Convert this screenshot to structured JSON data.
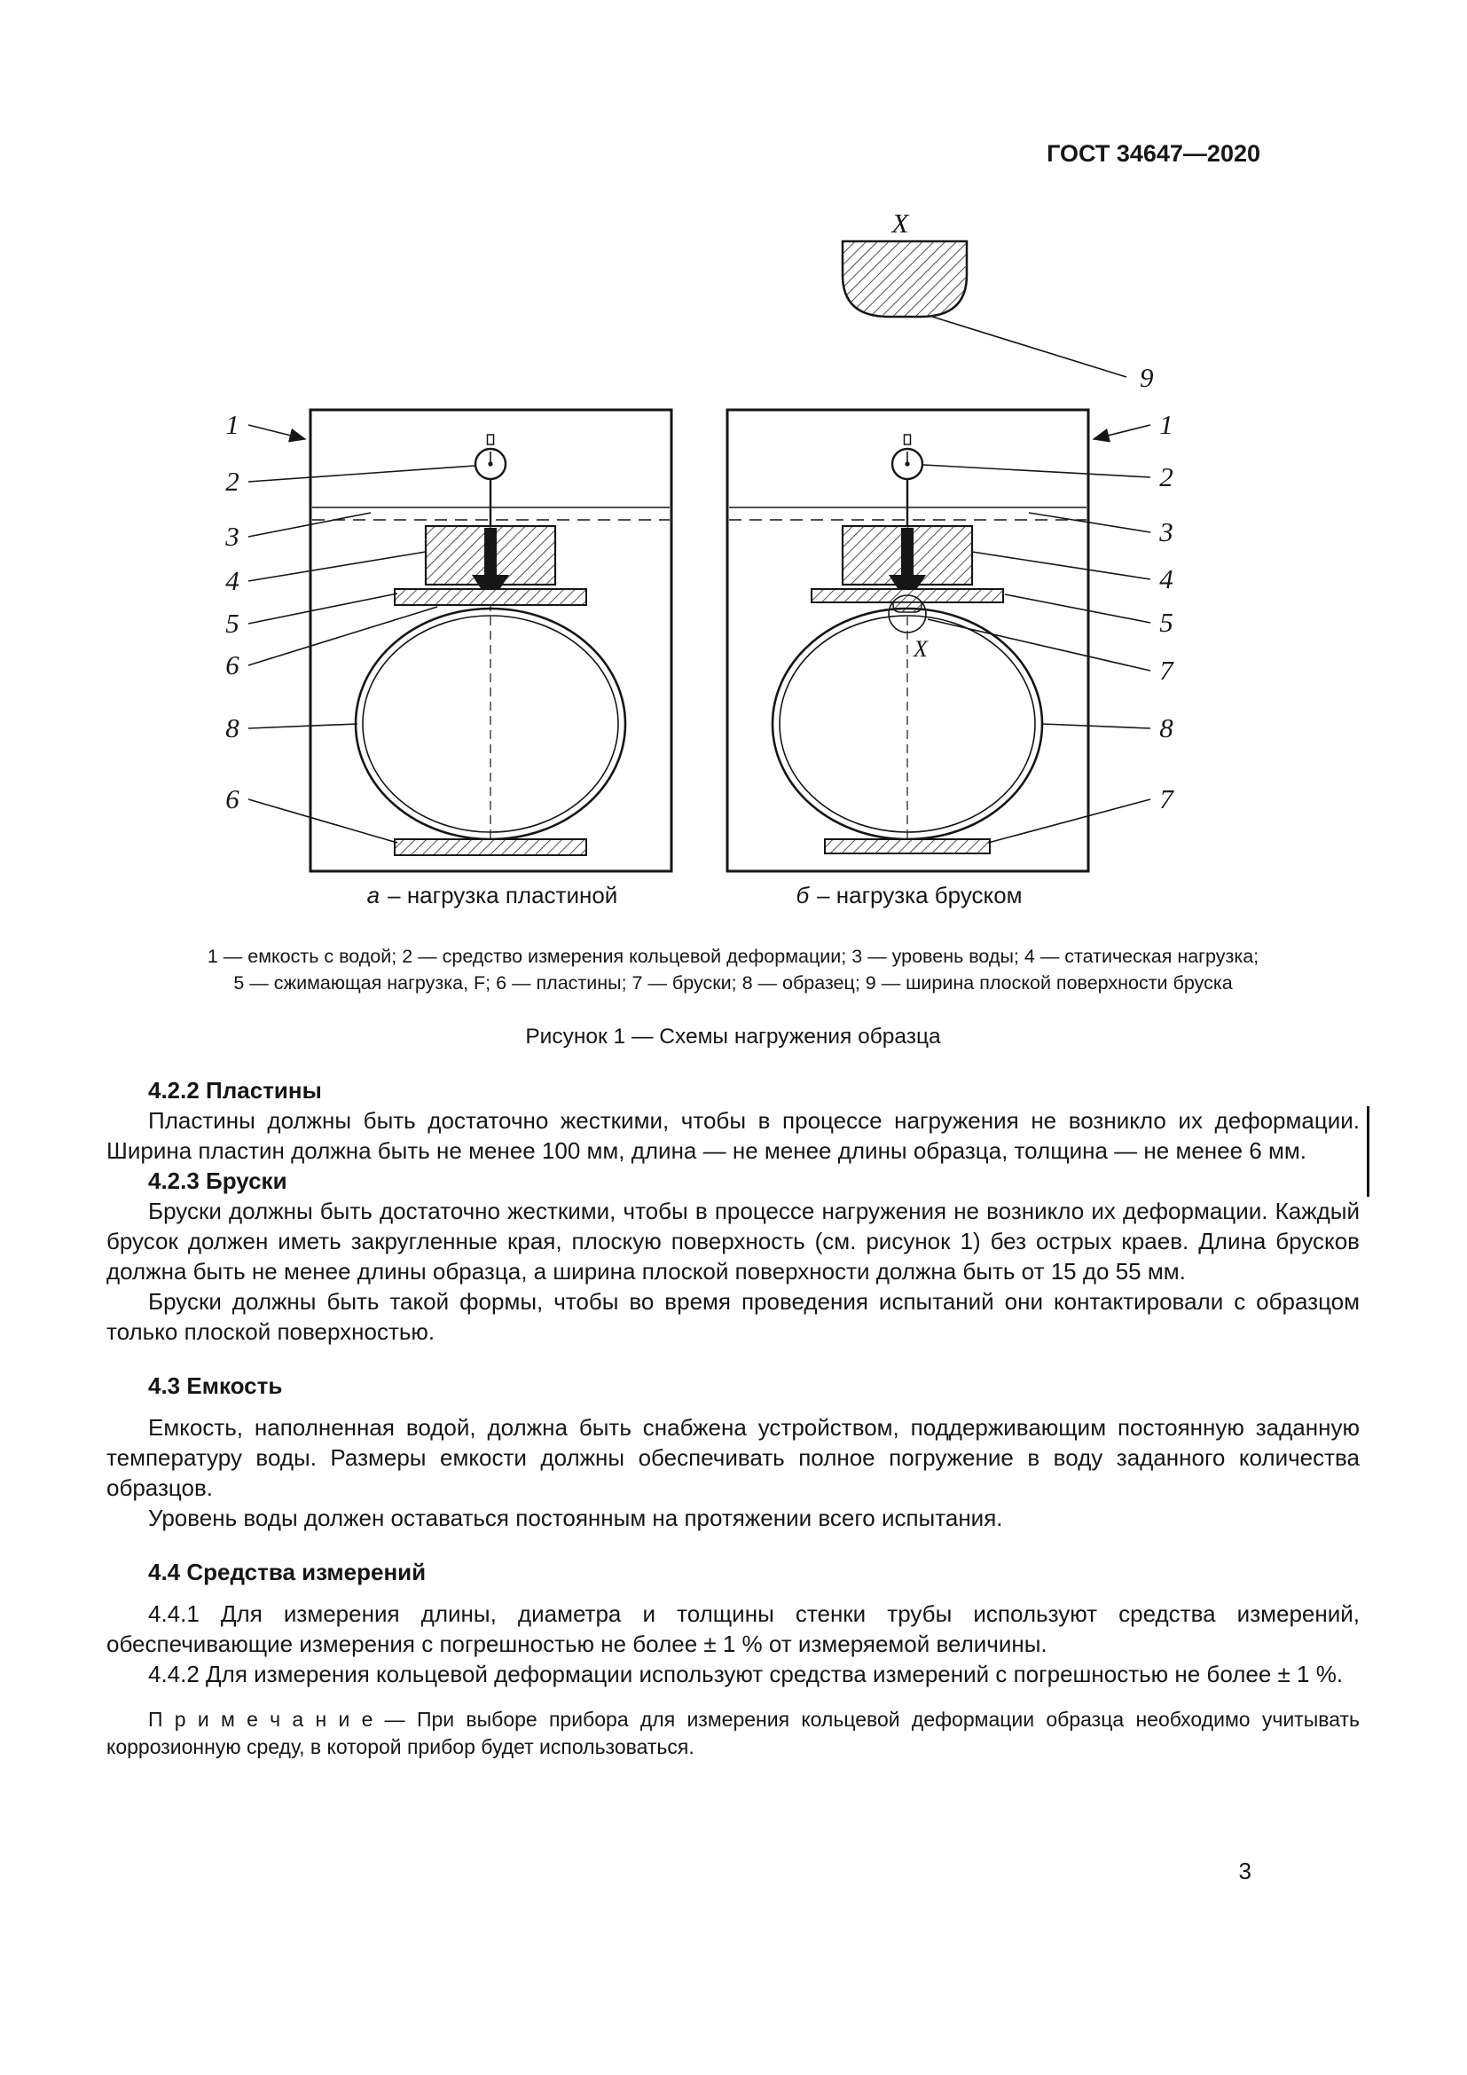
{
  "page": {
    "header": "ГОСТ 34647—2020",
    "page_number": "3"
  },
  "figure": {
    "detail": {
      "x_label": "X",
      "width_label": "9"
    },
    "left": {
      "labels": [
        "1",
        "2",
        "3",
        "4",
        "5",
        "6",
        "8",
        "6"
      ],
      "caption_letter": "а",
      "caption_text": "– нагрузка пластиной"
    },
    "right": {
      "labels": [
        "1",
        "2",
        "3",
        "4",
        "5",
        "7",
        "8",
        "7"
      ],
      "contact_label": "X",
      "caption_letter": "б",
      "caption_text": "– нагрузка бруском"
    },
    "legend_line1": "1 — емкость с водой; 2 — средство измерения кольцевой деформации; 3 — уровень воды; 4 — статическая нагрузка;",
    "legend_line2": "5 — сжимающая нагрузка, F;  6 — пластины; 7 — бруски; 8 — образец; 9 — ширина плоской поверхности бруска",
    "caption": "Рисунок 1 — Схемы нагружения образца"
  },
  "content": {
    "h_422": "4.2.2 Пластины",
    "p_422": "Пластины должны быть достаточно жесткими, чтобы в процессе нагружения не возникло их деформации. Ширина пластин должна быть не менее 100 мм, длина — не менее длины образца, толщина — не менее 6 мм.",
    "h_423": "4.2.3 Бруски",
    "p_423a": "Бруски должны быть достаточно жесткими, чтобы в процессе нагружения не возникло их деформации. Каждый брусок должен иметь закругленные края, плоскую поверхность (см. рисунок 1) без острых краев. Длина брусков должна быть не менее длины образца, а ширина плоской поверхности должна быть от 15 до 55 мм.",
    "p_423b": "Бруски должны быть такой формы, чтобы во время проведения испытаний они контактировали с образцом только плоской поверхностью.",
    "h_43": "4.3 Емкость",
    "p_43a": "Емкость, наполненная водой, должна быть снабжена устройством, поддерживающим постоянную заданную температуру воды. Размеры емкости должны обеспечивать полное погружение в воду заданного количества образцов.",
    "p_43b": "Уровень воды должен оставаться постоянным на протяжении всего испытания.",
    "h_44": "4.4 Средства измерений",
    "p_441": "4.4.1 Для измерения длины, диаметра и толщины стенки трубы используют средства измерений, обеспечивающие измерения с погрешностью не более ± 1 % от измеряемой величины.",
    "p_442": "4.4.2 Для измерения кольцевой деформации используют средства измерений с погрешностью не более ± 1 %.",
    "note": "П р и м е ч а н и е  — При выборе прибора для измерения кольцевой деформации образца необходимо учитывать коррозионную среду, в которой прибор будет использоваться."
  }
}
